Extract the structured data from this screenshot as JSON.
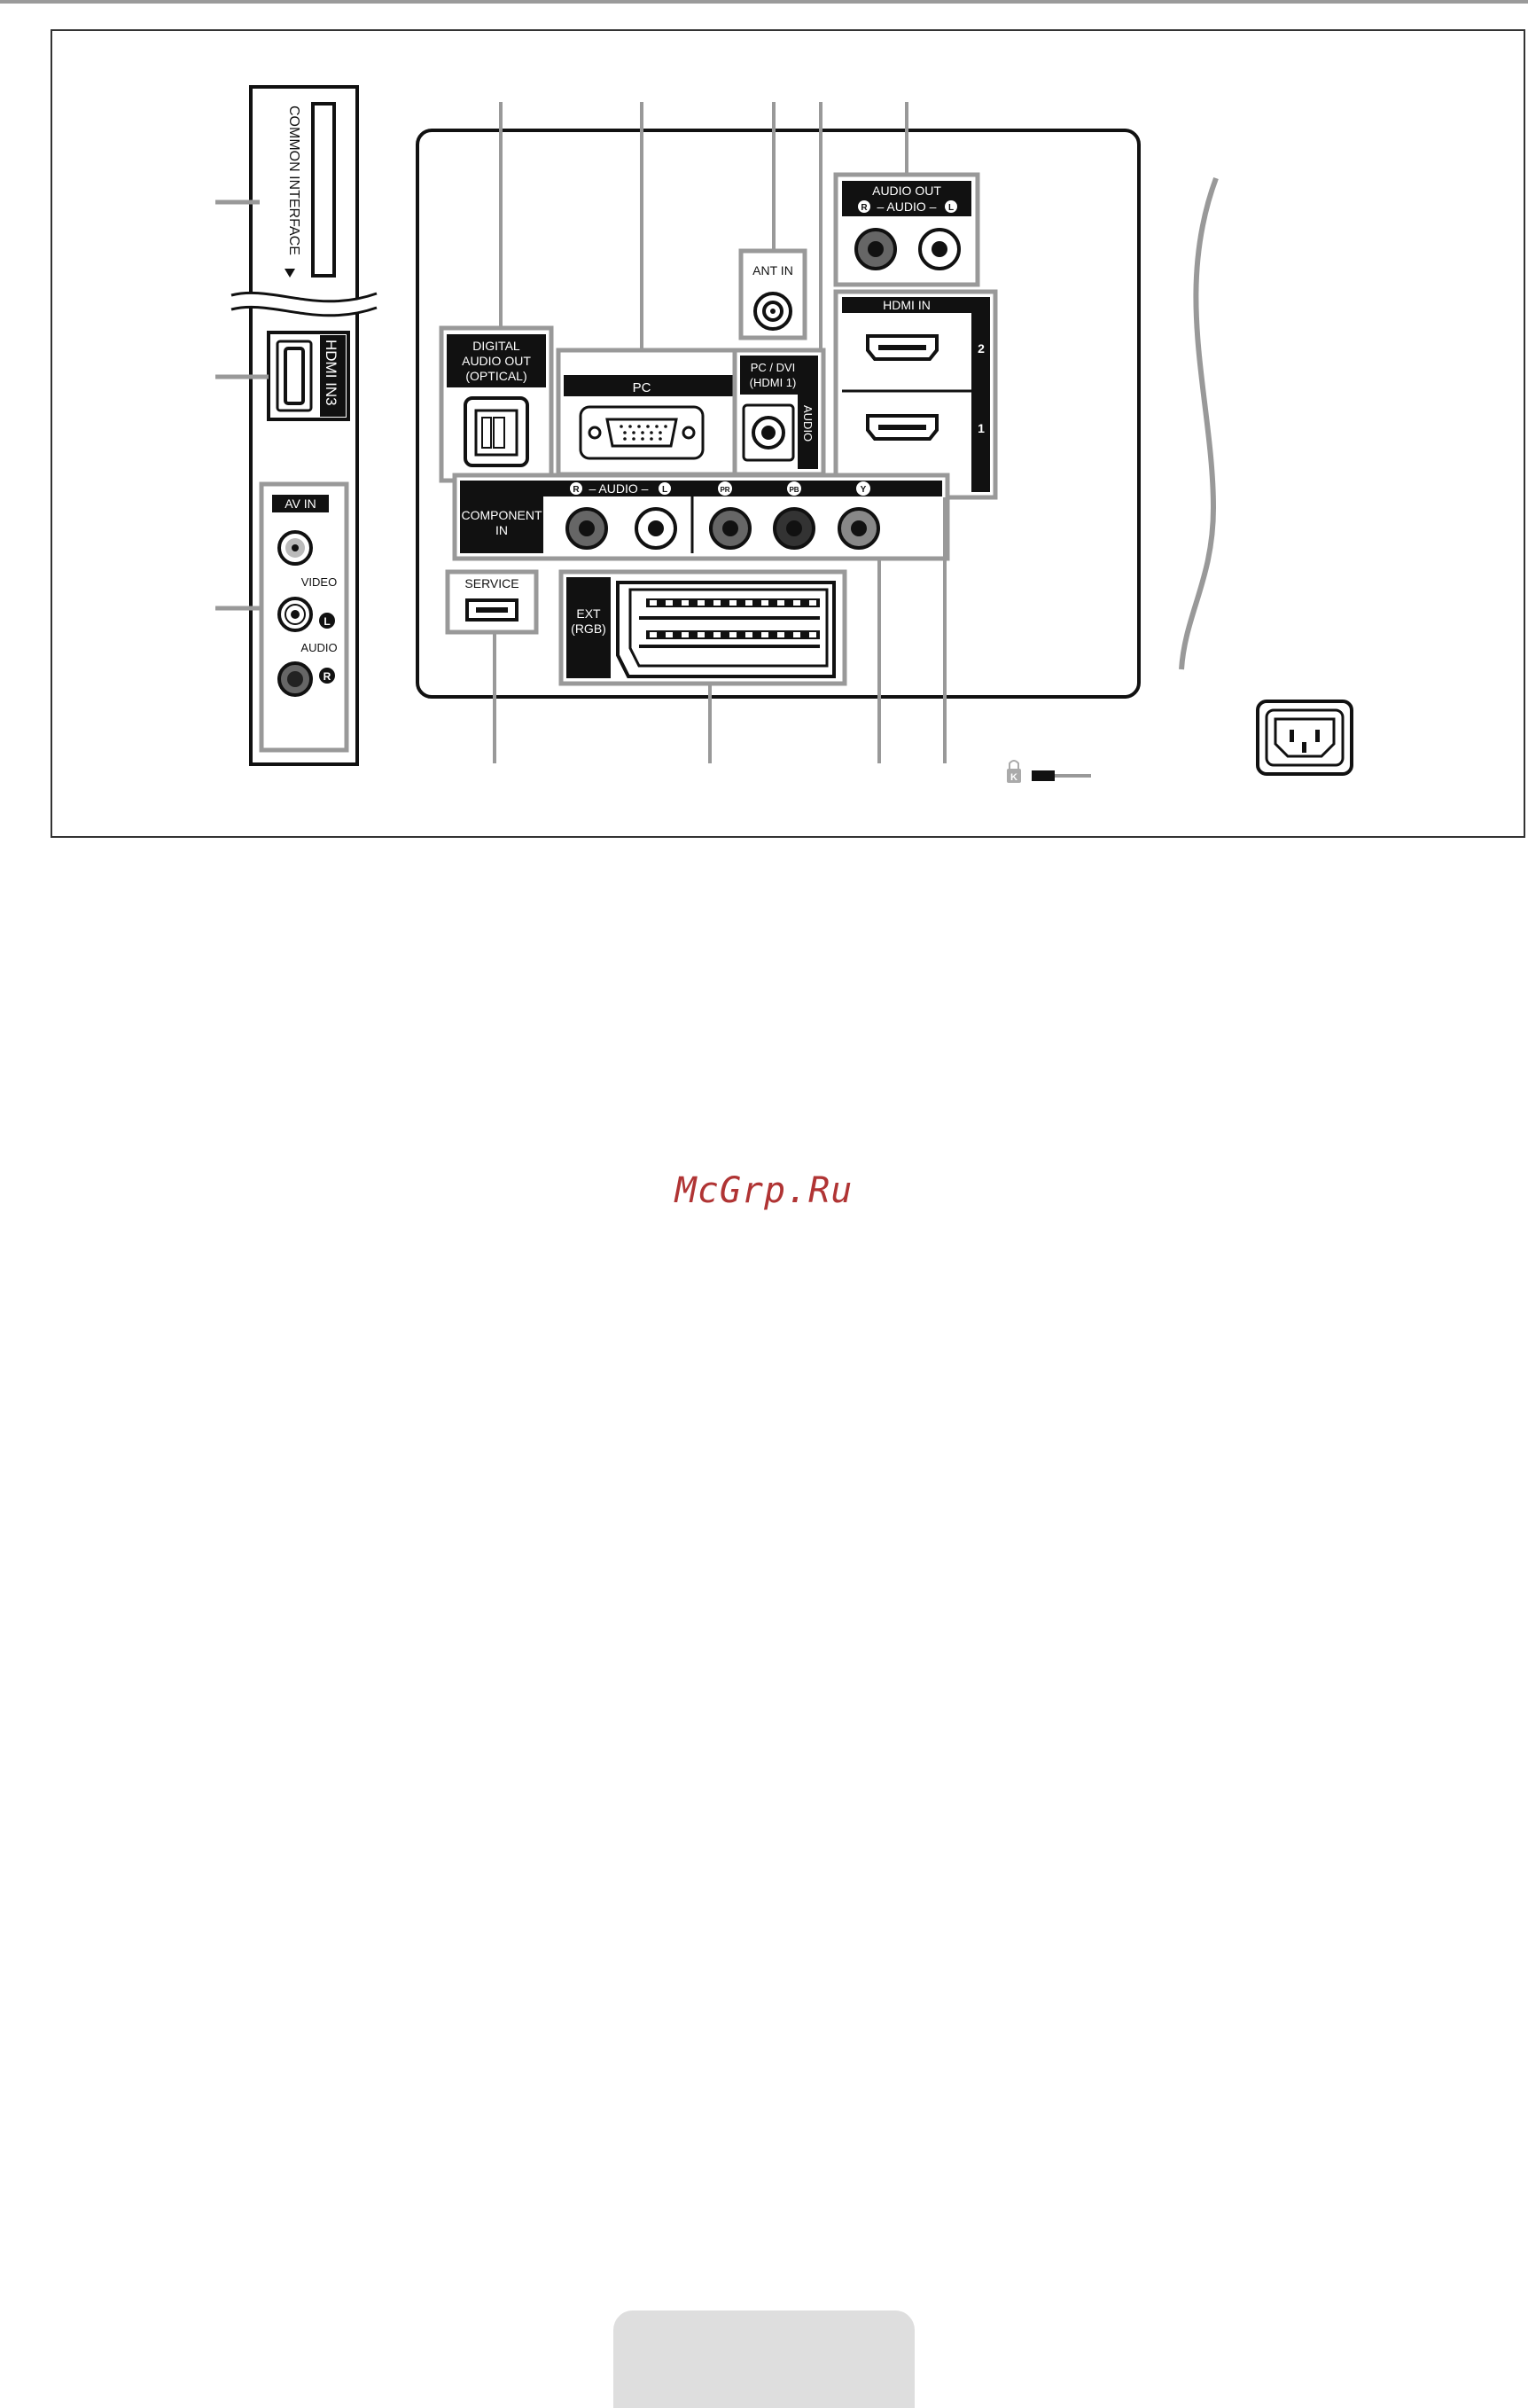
{
  "ports": {
    "common_interface": "COMMON INTERFACE",
    "hdmi_in3": "HDMI IN3",
    "av_in": "AV IN",
    "video": "VIDEO",
    "audio": "AUDIO",
    "left": "L",
    "right": "R",
    "digital_audio_out": [
      "DIGITAL",
      "AUDIO OUT",
      "(OPTICAL)"
    ],
    "pc": "PC",
    "ant_in": "ANT IN",
    "pc_dvi": [
      "PC / DVI",
      "(HDMI 1)"
    ],
    "pc_dvi_audio": "AUDIO",
    "audio_out": "AUDIO OUT",
    "audio_out_sub": "– AUDIO –",
    "hdmi_in": "HDMI IN",
    "hdmi_num_2": "2",
    "hdmi_num_1": "1",
    "component_in": [
      "COMPONENT",
      "IN"
    ],
    "component_audio": "– AUDIO –",
    "pr": "PR",
    "pb": "PB",
    "y": "Y",
    "service": "SERVICE",
    "ext_rgb": [
      "EXT",
      "(RGB)"
    ],
    "kensington": "K"
  },
  "watermark": "McGrp.Ru"
}
